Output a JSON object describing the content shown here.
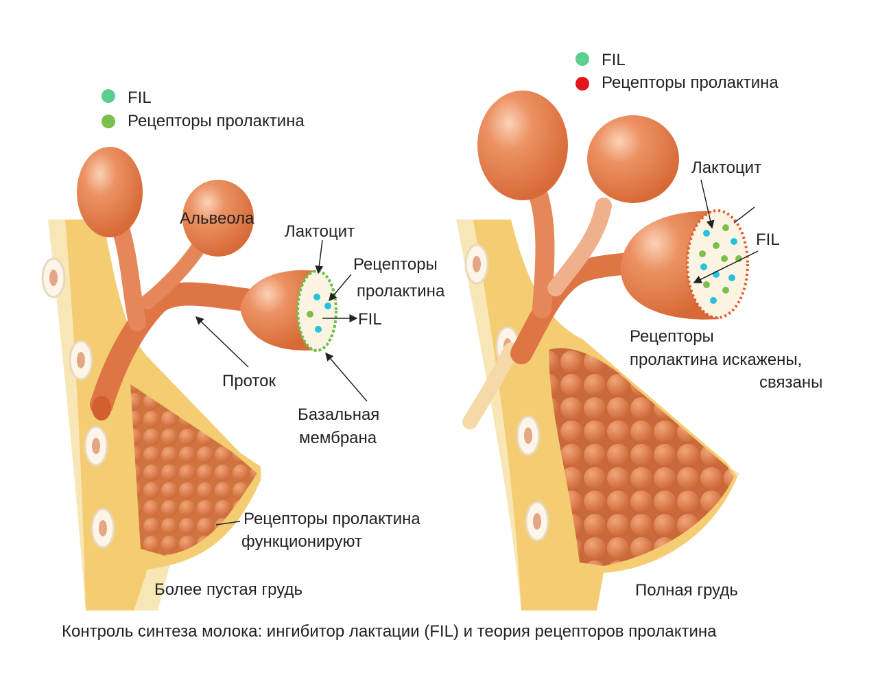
{
  "colors": {
    "fil": "#5ccf8e",
    "receptor_left": "#7cbf4e",
    "receptor_right": "#e4161b",
    "tissue": "#e27b4c",
    "fat": "#f6d98e",
    "skin": "#f9e6b6"
  },
  "left_panel": {
    "legend": [
      {
        "label": "FIL",
        "icon": "mint-dot"
      },
      {
        "label": "Рецепторы пролактина",
        "icon": "green-dot"
      }
    ],
    "labels": {
      "alveola": "Альвеола",
      "lactocyte": "Лактоцит",
      "receptors_line1": "Рецепторы",
      "receptors_line2": "пролактина",
      "fil": "FIL",
      "duct": "Проток",
      "basal_line1": "Базальная",
      "basal_line2": "мембрана",
      "functioning_line1": "Рецепторы пролактина",
      "functioning_line2": "функционируют",
      "caption": "Более пустая грудь"
    }
  },
  "right_panel": {
    "legend": [
      {
        "label": "FIL",
        "icon": "mint-dot"
      },
      {
        "label": "Рецепторы пролактина",
        "icon": "red-dot"
      }
    ],
    "labels": {
      "lactocyte": "Лактоцит",
      "fil": "FIL",
      "distorted_line1": "Рецепторы",
      "distorted_line2": "пролактина искажены,",
      "distorted_line3": "связаны",
      "caption": "Полная грудь"
    }
  },
  "title": "Контроль синтеза молока: ингибитор лактации (FIL) и теория рецепторов пролактина"
}
